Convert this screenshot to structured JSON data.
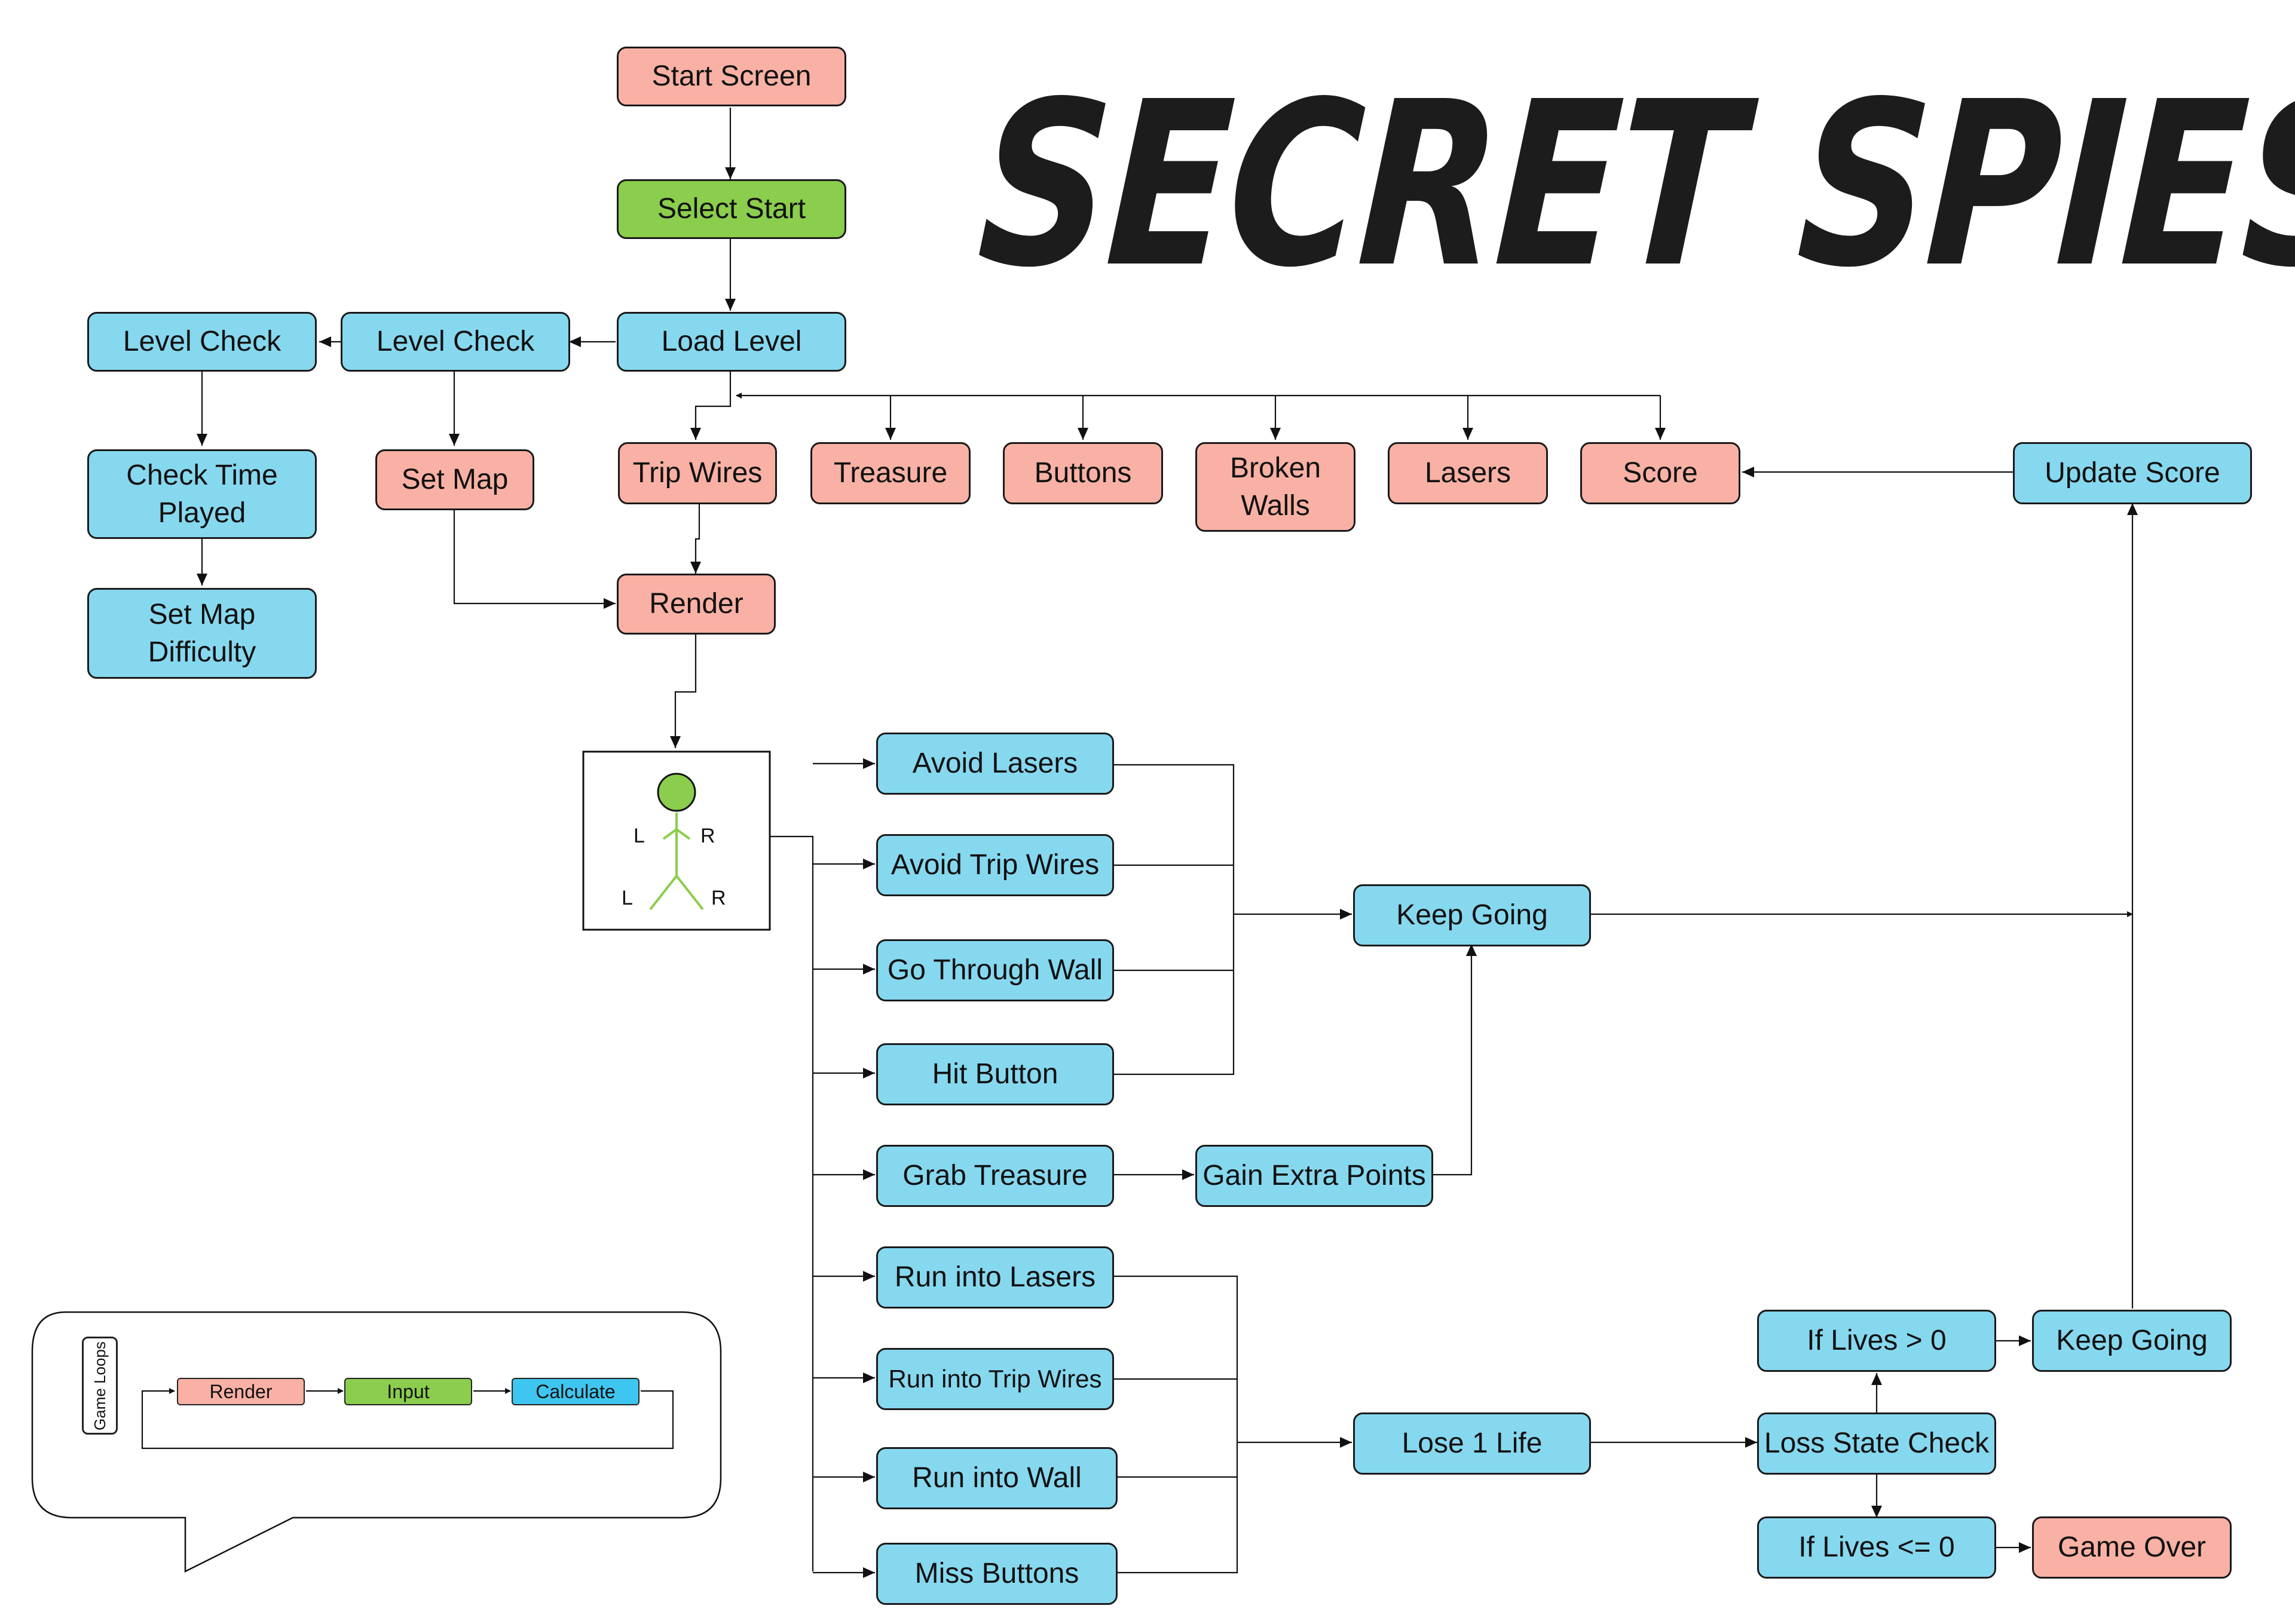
{
  "title": "SECRET SPIES",
  "colors": {
    "blue": "#86d8ef",
    "pink": "#f8b1a4",
    "green": "#8bcd4c",
    "callout_blue": "#3ec6f0"
  },
  "nodes": {
    "start_screen": "Start Screen",
    "select_start": "Select Start",
    "load_level": "Load Level",
    "level_check_1": "Level Check",
    "level_check_2": "Level Check",
    "check_time_played": "Check Time Played",
    "set_map_difficulty": "Set Map Difficulty",
    "set_map": "Set Map",
    "trip_wires": "Trip Wires",
    "treasure": "Treasure",
    "buttons": "Buttons",
    "broken_walls": "Broken Walls",
    "lasers": "Lasers",
    "score": "Score",
    "update_score": "Update Score",
    "render": "Render",
    "avoid_lasers": "Avoid Lasers",
    "avoid_trip_wires": "Avoid Trip Wires",
    "go_through_wall": "Go Through Wall",
    "hit_button": "Hit Button",
    "grab_treasure": "Grab Treasure",
    "gain_extra_points": "Gain Extra Points",
    "keep_going_1": "Keep Going",
    "run_into_lasers": "Run into Lasers",
    "run_into_trip_wires": "Run into Trip Wires",
    "run_into_wall": "Run into Wall",
    "miss_buttons": "Miss Buttons",
    "lose_1_life": "Lose 1 Life",
    "loss_state_check": "Loss State Check",
    "if_lives_gt_0": "If Lives > 0",
    "if_lives_le_0": "If Lives <= 0",
    "keep_going_2": "Keep Going",
    "game_over": "Game Over"
  },
  "player_figure": {
    "upper_left": "L",
    "upper_right": "R",
    "lower_left": "L",
    "lower_right": "R"
  },
  "legend": {
    "tag": "Game Loops",
    "render": "Render",
    "input": "Input",
    "calculate": "Calculate"
  }
}
